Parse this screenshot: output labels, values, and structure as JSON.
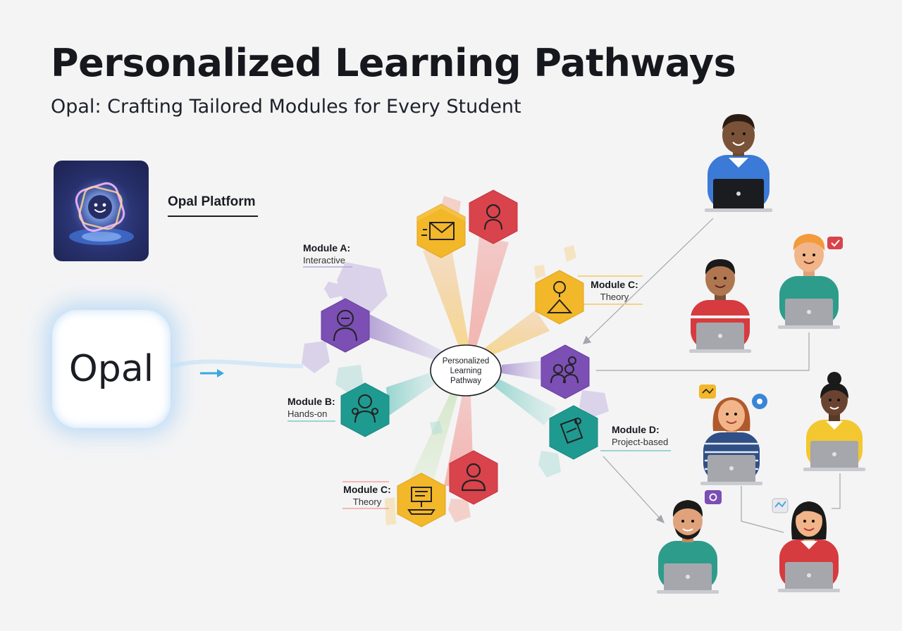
{
  "header": {
    "title": "Personalized Learning Pathways",
    "subtitle": "Opal: Crafting Tailored Modules for Every Student"
  },
  "platform": {
    "label": "Opal Platform",
    "card_text": "Opal",
    "icon": "opal-robot-icon"
  },
  "center": {
    "lines": [
      "Personalized",
      "Learning",
      "Pathway"
    ]
  },
  "modules": [
    {
      "title": "Module A:",
      "subtitle": "Interactive"
    },
    {
      "title": "Module B:",
      "subtitle": "Hands-on"
    },
    {
      "title": "Module C:",
      "subtitle": "Theory"
    },
    {
      "title": "Module C:",
      "subtitle": "Theory"
    },
    {
      "title": "Module D:",
      "subtitle": "Project-based"
    }
  ],
  "colors": {
    "purple": "#7b4fb4",
    "teal": "#1f9a90",
    "yellow": "#f3b72a",
    "red": "#d9434c",
    "accent_blue": "#3aa7e0"
  },
  "icons": [
    "envelope-icon",
    "person-icon",
    "idea-person-icon",
    "group-icon",
    "tools-icon",
    "person-silhouette-icon",
    "document-icon",
    "worker-icon"
  ]
}
